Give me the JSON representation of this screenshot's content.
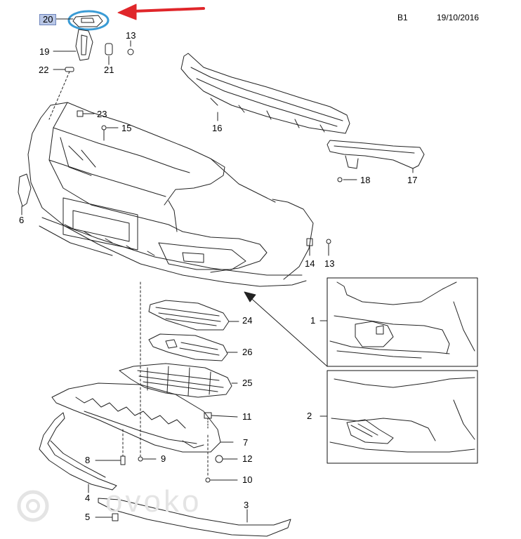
{
  "header": {
    "page_ref": "B1",
    "date": "19/10/2016"
  },
  "highlight": {
    "part": "20",
    "ring_color": "#3a9bd5",
    "arrow_color": "#e0262a",
    "label_bg": "#b9c7e6"
  },
  "callouts": [
    {
      "id": "c20",
      "text": "20"
    },
    {
      "id": "c13a",
      "text": "13"
    },
    {
      "id": "c19",
      "text": "19"
    },
    {
      "id": "c21",
      "text": "21"
    },
    {
      "id": "c22",
      "text": "22"
    },
    {
      "id": "c23",
      "text": "23"
    },
    {
      "id": "c15",
      "text": "15"
    },
    {
      "id": "c16",
      "text": "16"
    },
    {
      "id": "c18",
      "text": "18"
    },
    {
      "id": "c17",
      "text": "17"
    },
    {
      "id": "c6",
      "text": "6"
    },
    {
      "id": "c14",
      "text": "14"
    },
    {
      "id": "c13b",
      "text": "13"
    },
    {
      "id": "c24",
      "text": "24"
    },
    {
      "id": "c26",
      "text": "26"
    },
    {
      "id": "c25",
      "text": "25"
    },
    {
      "id": "c1",
      "text": "1"
    },
    {
      "id": "c2",
      "text": "2"
    },
    {
      "id": "c11",
      "text": "11"
    },
    {
      "id": "c7",
      "text": "7"
    },
    {
      "id": "c8",
      "text": "8"
    },
    {
      "id": "c9",
      "text": "9"
    },
    {
      "id": "c12",
      "text": "12"
    },
    {
      "id": "c10",
      "text": "10"
    },
    {
      "id": "c4",
      "text": "4"
    },
    {
      "id": "c3",
      "text": "3"
    },
    {
      "id": "c5",
      "text": "5"
    }
  ],
  "watermark": {
    "text": "ovoko"
  }
}
